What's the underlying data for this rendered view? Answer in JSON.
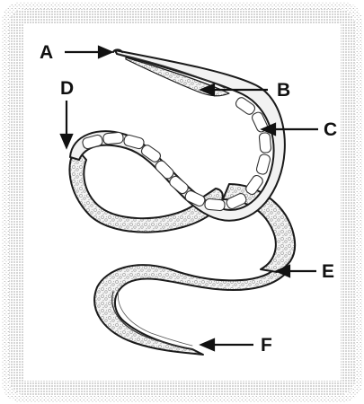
{
  "labels": {
    "A": "A",
    "B": "B",
    "C": "C",
    "D": "D",
    "E": "E",
    "F": "F"
  },
  "colors": {
    "frame_stipple": "#6f6f6f",
    "outline": "#1a1a1a",
    "body_fill": "#f1f1f1",
    "speckle_fill": "#cfcfcf"
  }
}
